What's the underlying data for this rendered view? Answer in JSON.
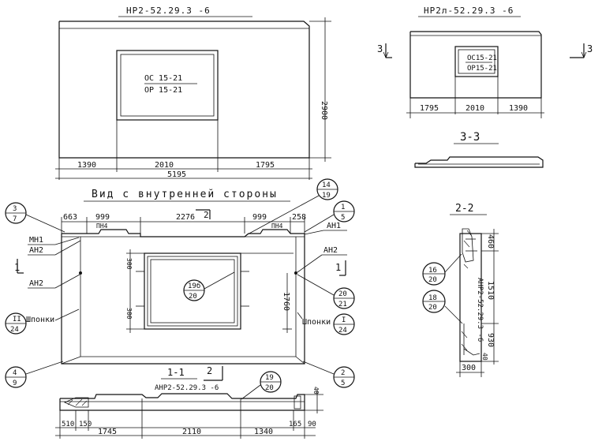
{
  "panel_main": {
    "mark": "НР2-52.29.3 -6",
    "window_top": "ОС 15-21",
    "window_bottom": "ОР 15-21",
    "dims": [
      "1390",
      "2010",
      "1795"
    ],
    "total": "5195",
    "height": "2900"
  },
  "panel_mirror": {
    "mark": "НР2л-52.29.3 -6",
    "window_top": "ОС15-21",
    "window_bottom": "ОР15-21",
    "dims": [
      "1795",
      "2010",
      "1390"
    ],
    "cut_left": "3",
    "cut_right": "3"
  },
  "section_33": {
    "title": "3-3"
  },
  "section_22": {
    "title": "2-2",
    "dims": [
      "460",
      "1510",
      "930",
      "300",
      "40"
    ],
    "mark": "АНР2-52.29.3 -6",
    "callout_a": {
      "top": "16",
      "bottom": "20"
    },
    "callout_b": {
      "top": "18",
      "bottom": "20"
    }
  },
  "inner_view": {
    "title": "Вид с внутренней стороны",
    "top_dims": [
      "663",
      "999",
      "2276",
      "999",
      "258"
    ],
    "pn_left": "ПН4",
    "pn_right": "ПН4",
    "label_mn1": "МН1",
    "label_an2_a": "АН2",
    "label_an2_b": "АН2",
    "label_an2_c": "АН2",
    "label_an1": "АН1",
    "label_keys_left": "Шпонки",
    "label_keys_right": "Шпонки",
    "win_dims": [
      "300",
      "300",
      "1760"
    ],
    "cut_mark": "2",
    "cut_1": "1",
    "callouts": {
      "c37": {
        "top": "3",
        "bottom": "7"
      },
      "c1419": {
        "top": "14",
        "bottom": "19"
      },
      "c15": {
        "top": "1",
        "bottom": "5"
      },
      "c1924": {
        "top": "II",
        "bottom": "24"
      },
      "c2021": {
        "top": "20",
        "bottom": "21"
      },
      "c124": {
        "top": "I",
        "bottom": "24"
      },
      "c49": {
        "top": "4",
        "bottom": "9"
      },
      "c25": {
        "top": "2",
        "bottom": "5"
      },
      "c1920": {
        "top": "19",
        "bottom": "20"
      },
      "c1920w": {
        "top": "19б",
        "bottom": "20"
      }
    }
  },
  "section_11": {
    "title": "1-1",
    "cut": "2",
    "mark": "АНР2-52.29.3 -6",
    "dims": [
      "510",
      "150",
      "1745",
      "2110",
      "1340",
      "165",
      "90",
      "40"
    ],
    "callout": {
      "top": "19",
      "bottom": "20"
    }
  }
}
